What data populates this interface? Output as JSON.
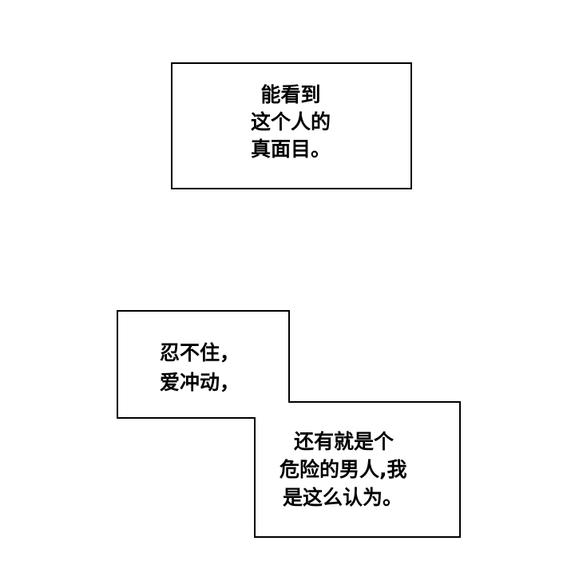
{
  "panel_1": {
    "lines": [
      "能看到",
      "这个人的",
      "真面目。"
    ]
  },
  "panel_2": {
    "box_a_lines": [
      "忍不住，",
      "爱冲动，"
    ],
    "box_b_lines": [
      "还有就是个",
      "危险的男人,我",
      "是这么认为。"
    ]
  }
}
